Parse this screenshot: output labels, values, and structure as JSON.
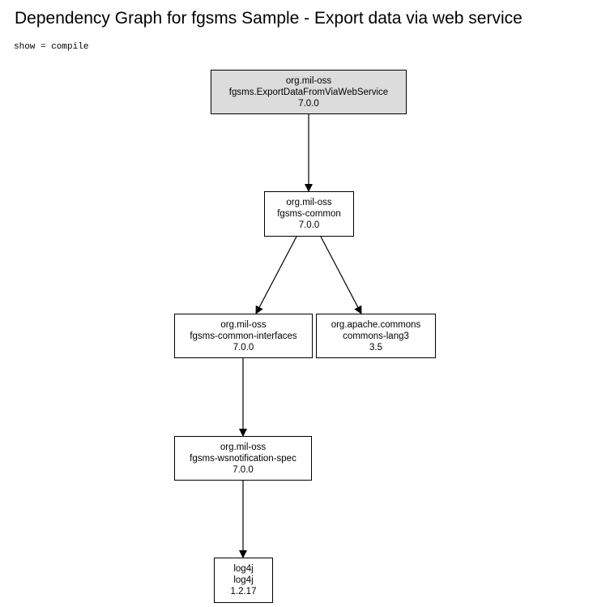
{
  "page": {
    "title": "Dependency Graph for fgsms Sample - Export data via web service",
    "scope_line": "show = compile"
  },
  "colors": {
    "root_fill": "#dcdcdc",
    "node_fill": "#ffffff",
    "stroke": "#000000"
  },
  "nodes": [
    {
      "id": "root",
      "group": "org.mil-oss",
      "artifact": "fgsms.ExportDataFromViaWebService",
      "version": "7.0.0",
      "root": true
    },
    {
      "id": "common",
      "group": "org.mil-oss",
      "artifact": "fgsms-common",
      "version": "7.0.0"
    },
    {
      "id": "common-interfaces",
      "group": "org.mil-oss",
      "artifact": "fgsms-common-interfaces",
      "version": "7.0.0"
    },
    {
      "id": "commons-lang3",
      "group": "org.apache.commons",
      "artifact": "commons-lang3",
      "version": "3.5"
    },
    {
      "id": "wsnotification-spec",
      "group": "org.mil-oss",
      "artifact": "fgsms-wsnotification-spec",
      "version": "7.0.0"
    },
    {
      "id": "log4j",
      "group": "log4j",
      "artifact": "log4j",
      "version": "1.2.17"
    }
  ],
  "edges": [
    {
      "from": "root",
      "to": "common"
    },
    {
      "from": "common",
      "to": "common-interfaces"
    },
    {
      "from": "common",
      "to": "commons-lang3"
    },
    {
      "from": "common-interfaces",
      "to": "wsnotification-spec"
    },
    {
      "from": "wsnotification-spec",
      "to": "log4j"
    }
  ]
}
